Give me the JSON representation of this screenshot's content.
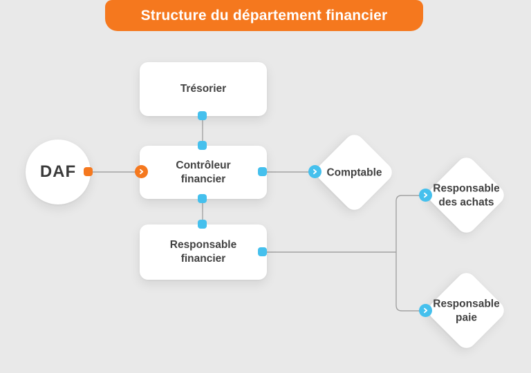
{
  "title_banner": {
    "text": "Structure du département financier"
  },
  "colors": {
    "background": "#e9e9e9",
    "accent_orange": "#f5781e",
    "accent_blue": "#45c0ed",
    "line_gray": "#a2a2a2",
    "node_background": "#ffffff",
    "text_dark": "#3f3f3f",
    "banner_text": "#ffffff"
  },
  "nodes": {
    "daf": {
      "label": "DAF",
      "shape": "circle"
    },
    "tresorier": {
      "label": "Trésorier",
      "shape": "rounded-rect"
    },
    "controleur_financier": {
      "label": "Contrôleur financier",
      "shape": "rounded-rect"
    },
    "responsable_financier": {
      "label": "Responsable financier",
      "shape": "rounded-rect"
    },
    "comptable": {
      "label": "Comptable",
      "shape": "diamond"
    },
    "responsable_des_achats": {
      "label": "Responsable des achats",
      "shape": "diamond"
    },
    "responsable_paie": {
      "label": "Responsable paie",
      "shape": "diamond"
    }
  },
  "icons": {
    "arrow_badge": "chevron-right",
    "handle": "connector-square"
  },
  "edges": [
    {
      "from": "daf",
      "to": "controleur_financier"
    },
    {
      "from": "tresorier",
      "to": "controleur_financier"
    },
    {
      "from": "controleur_financier",
      "to": "comptable"
    },
    {
      "from": "controleur_financier",
      "to": "responsable_financier"
    },
    {
      "from": "responsable_financier",
      "to": "responsable_des_achats"
    },
    {
      "from": "responsable_financier",
      "to": "responsable_paie"
    }
  ]
}
